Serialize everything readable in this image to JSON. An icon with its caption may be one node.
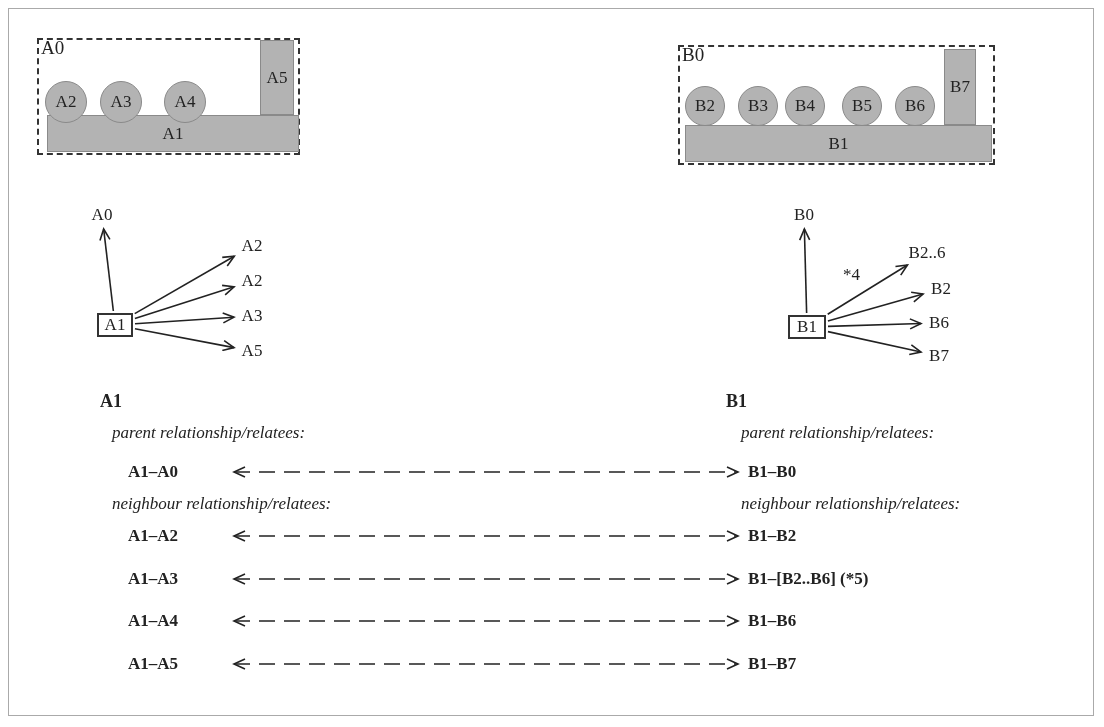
{
  "diagram": {
    "nodes": [
      {
        "text": [
          "A0"
        ]
      },
      {
        "text": [
          "A1"
        ],
        "in": 0
      },
      {
        "text": [
          "A2"
        ],
        "in": 0
      },
      {
        "text": [
          "A3"
        ],
        "in": 0
      },
      {
        "text": [
          "A4"
        ],
        "in": 0
      },
      {
        "text": [
          "A5"
        ],
        "in": 0
      },
      {
        "text": [
          "B0"
        ]
      },
      {
        "text": [
          "B1"
        ],
        "in": 6
      },
      {
        "text": [
          "B2"
        ],
        "in": 6
      },
      {
        "text": [
          "B3"
        ],
        "in": 6
      },
      {
        "text": [
          "B4"
        ],
        "in": 6
      },
      {
        "text": [
          "B5"
        ],
        "in": 6
      },
      {
        "text": [
          "B6"
        ],
        "in": 6
      },
      {
        "text": [
          "B7"
        ],
        "in": 6
      },
      {
        "text": [
          "A0"
        ]
      },
      {
        "text": [
          "A1"
        ]
      },
      {
        "text": [
          "A2"
        ]
      },
      {
        "text": [
          "A2"
        ]
      },
      {
        "text": [
          "A3"
        ]
      },
      {
        "text": [
          "A5"
        ]
      },
      {
        "text": [
          "B0"
        ]
      },
      {
        "text": [
          "B1"
        ]
      },
      {
        "text": [
          "B2..6"
        ]
      },
      {
        "text": [
          "B2"
        ]
      },
      {
        "text": [
          "B6"
        ]
      },
      {
        "text": [
          "B7"
        ]
      },
      {
        "text": [
          "A1–A0"
        ]
      },
      {
        "text": [
          "B1–B0"
        ]
      },
      {
        "text": [
          "A1–A2"
        ]
      },
      {
        "text": [
          "B1–B2"
        ]
      },
      {
        "text": [
          "A1–A3"
        ]
      },
      {
        "text": [
          "B1–[B2..B6] (*5)"
        ]
      },
      {
        "text": [
          "A1–A4"
        ]
      },
      {
        "text": [
          "B1–B6"
        ]
      },
      {
        "text": [
          "A1–A5"
        ]
      },
      {
        "text": [
          "B1–B7"
        ]
      }
    ],
    "edges": [
      {
        "from": 15,
        "to": 14,
        "arrow": "to"
      },
      {
        "from": 15,
        "to": 16,
        "arrow": "to"
      },
      {
        "from": 15,
        "to": 17,
        "arrow": "to"
      },
      {
        "from": 15,
        "to": 18,
        "arrow": "to"
      },
      {
        "from": 15,
        "to": 19,
        "arrow": "to"
      },
      {
        "from": 21,
        "to": 20,
        "arrow": "to"
      },
      {
        "from": 21,
        "to": 22,
        "arrow": "to",
        "label": "*4"
      },
      {
        "from": 21,
        "to": 23,
        "arrow": "to"
      },
      {
        "from": 21,
        "to": 24,
        "arrow": "to"
      },
      {
        "from": 21,
        "to": 25,
        "arrow": "to"
      },
      {
        "from": 26,
        "to": 27,
        "arrow": "both",
        "style": "dashed"
      },
      {
        "from": 28,
        "to": 29,
        "arrow": "both",
        "style": "dashed"
      },
      {
        "from": 30,
        "to": 31,
        "arrow": "both",
        "style": "dashed"
      },
      {
        "from": 32,
        "to": 33,
        "arrow": "both",
        "style": "dashed"
      },
      {
        "from": 34,
        "to": 35,
        "arrow": "both",
        "style": "dashed"
      }
    ],
    "labels": [
      "A1",
      "B1",
      "parent relationship/relatees:",
      "parent relationship/relatees:",
      "neighbour relationship/relatees:",
      "neighbour relationship/relatees:"
    ]
  }
}
